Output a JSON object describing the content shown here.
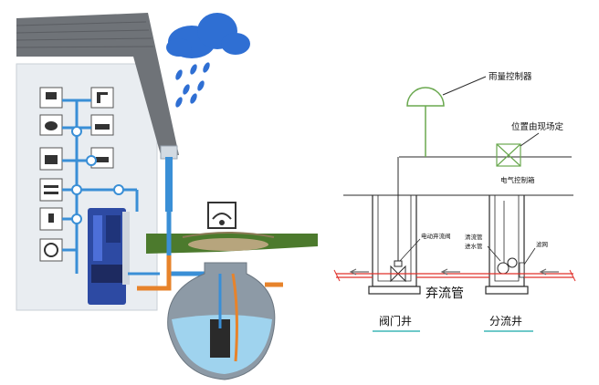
{
  "left_illustration": {
    "colors": {
      "roof": "#6f7378",
      "wall": "#e9edf1",
      "sky": "#ffffff",
      "cloud": "#2f6fd3",
      "rain": "#2f6fd3",
      "pipe_blue": "#3a8fd6",
      "pipe_orange": "#e7832b",
      "grass": "#4c7a2d",
      "soil": "#b7a57d",
      "tank": "#8d9aa6",
      "water": "#9fd3ee",
      "pump_unit": "#2d4aa3"
    },
    "appliance_icons": [
      "sink-icon",
      "shower-icon",
      "toilet-icon",
      "bathtub-icon",
      "washbasin-icon",
      "faucet-icon",
      "washing-machine-icon",
      "kitchen-icon"
    ]
  },
  "right_diagram": {
    "labels": {
      "rain_controller": "雨量控制器",
      "site_position": "位置由现场定",
      "electric_box": "电气控制箱",
      "electric_valve": "电动弃流阀",
      "clean_pipe": "清流管",
      "inlet_pipe": "进水管",
      "filter_mesh": "滤网",
      "diversion_pipe": "弃流管",
      "valve_well": "阀门井",
      "diversion_well": "分流井"
    },
    "colors": {
      "line": "#2a2a2a",
      "controller_green": "#6aa84f",
      "pipe_red": "#e0302a",
      "underline_teal": "#3fb7b7",
      "flow_arrow": "#6a6a6a"
    }
  }
}
